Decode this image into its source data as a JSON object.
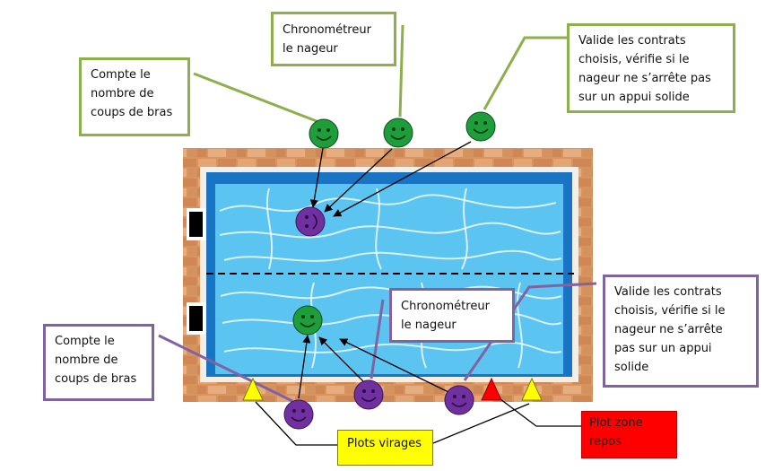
{
  "colors": {
    "green_frame": "#8cb04a",
    "purple_frame": "#8064a2",
    "green_face": "#1e9e3a",
    "purple_face": "#7030a0",
    "water": "#5cc4f0",
    "pool_edge": "#1a74c4",
    "brick": "#d9935f",
    "plot_virage": "#ffff00",
    "plot_repos": "#ff0000"
  },
  "labels": {
    "top_left": [
      "Compte le",
      "nombre de",
      "coups de bras"
    ],
    "top_center": [
      "Chronométreur",
      "le nageur"
    ],
    "top_right": [
      "Valide les contrats",
      "choisis, vérifie si le",
      "nageur ne s’arrête pas",
      "sur un appui solide"
    ],
    "bottom_left": [
      "Compte le",
      "nombre de",
      "coups de bras"
    ],
    "bottom_center": [
      "Chronométreur",
      "le nageur"
    ],
    "bottom_right": [
      "Valide les contrats",
      "choisis, vérifie si le",
      "nageur ne s’arrête",
      "pas sur un appui",
      "solide"
    ],
    "plots_virages": "Plots virages",
    "plot_zone_repos": [
      "Plot zone",
      "repos"
    ]
  },
  "icons": {
    "face": "smiley-face-icon",
    "plot": "cone-triangle-icon"
  }
}
